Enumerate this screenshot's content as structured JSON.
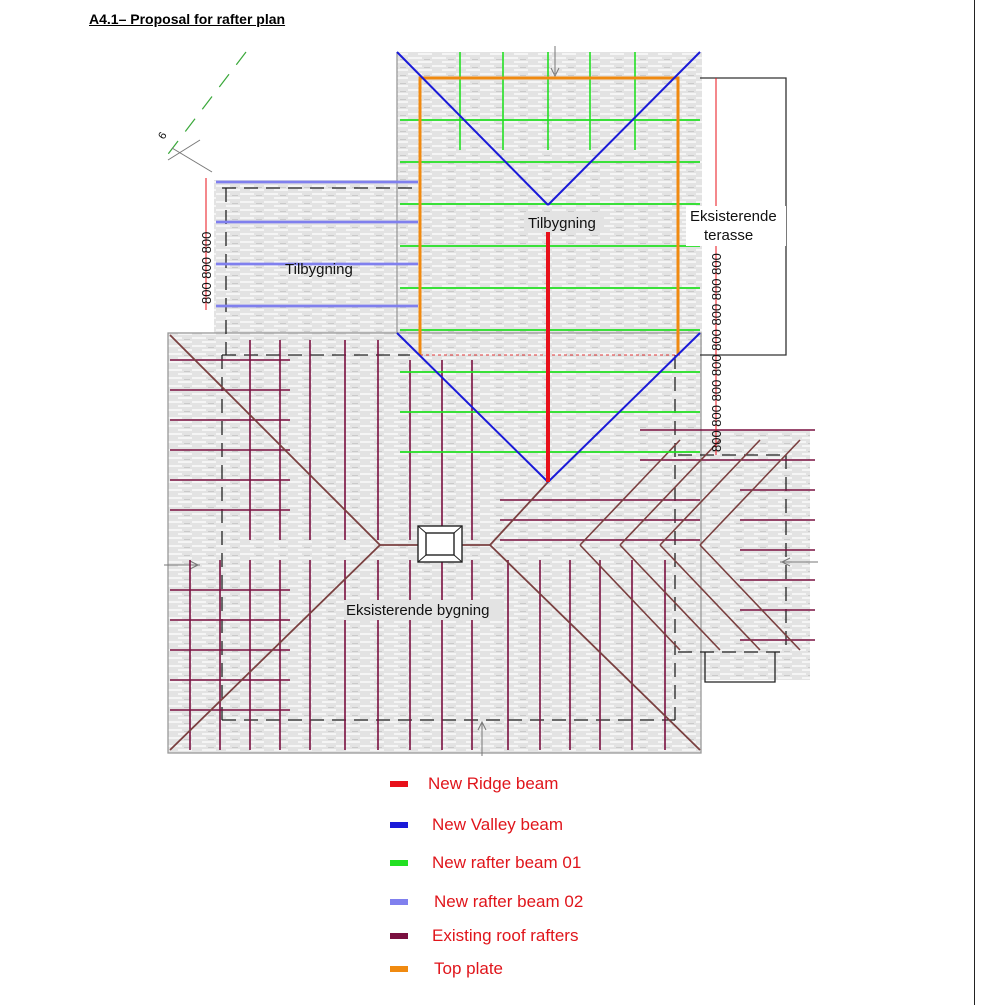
{
  "title": "A4.1– Proposal for rafter plan",
  "labels": {
    "annex_center": "Tilbygning",
    "annex_left": "Tilbygning",
    "terrace_line1": "Eksisterende",
    "terrace_line2": "terasse",
    "existing_building": "Eksisterende bygning",
    "dim_left": "800 800 800",
    "dim_right": "800 800 800 800 800 800 800 800",
    "stray_mark": "6"
  },
  "legend": [
    {
      "label": "New Ridge beam",
      "color": "#e8101a"
    },
    {
      "label": "New Valley beam",
      "color": "#1a1ad8"
    },
    {
      "label": "New rafter beam 01",
      "color": "#22e022"
    },
    {
      "label": "New rafter beam 02",
      "color": "#8080ee"
    },
    {
      "label": "Existing roof rafters",
      "color": "#7a1040"
    },
    {
      "label": "Top plate",
      "color": "#f08a10"
    }
  ],
  "colors": {
    "ridge": "#e8101a",
    "valley": "#1a1ad8",
    "rafter01": "#22e022",
    "rafter02": "#8080ee",
    "existing_rafter": "#7a1040",
    "hip": "#7a4040",
    "top_plate": "#f08a10",
    "roof_fill": "#dcdcdc",
    "dimension": "#e8101a",
    "dashed_guide": "#3aa83a"
  }
}
